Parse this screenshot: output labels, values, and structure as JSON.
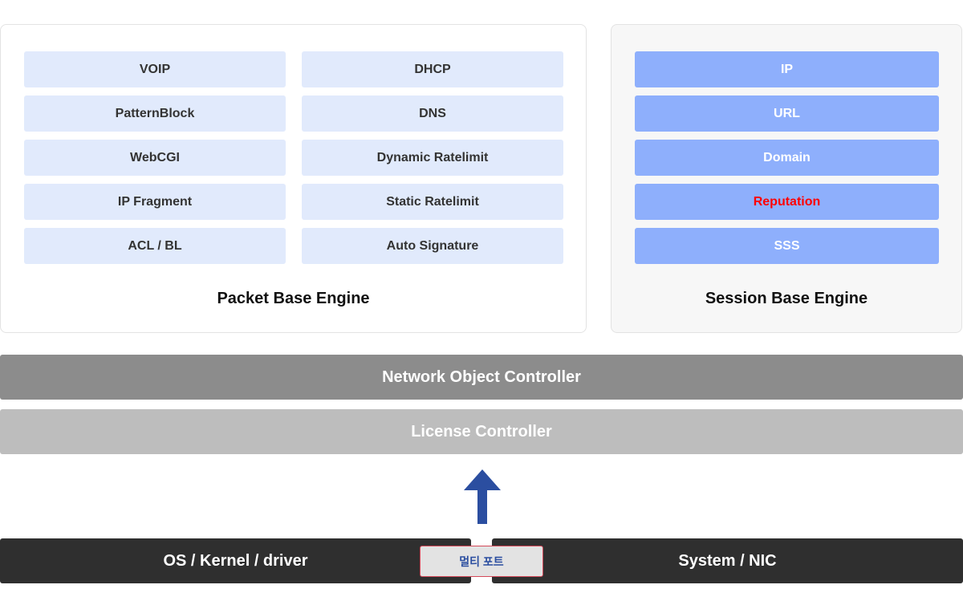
{
  "packet_engine": {
    "title": "Packet Base Engine",
    "left_column": [
      "VOIP",
      "PatternBlock",
      "WebCGI",
      "IP Fragment",
      "ACL / BL"
    ],
    "right_column": [
      "DHCP",
      "DNS",
      "Dynamic Ratelimit",
      "Static Ratelimit",
      "Auto Signature"
    ]
  },
  "session_engine": {
    "title": "Session Base Engine",
    "items": [
      "IP",
      "URL",
      "Domain",
      "Reputation",
      "SSS"
    ]
  },
  "controllers": {
    "network_object": "Network Object Controller",
    "license": "License Controller"
  },
  "bottom": {
    "os": "OS / Kernel / driver",
    "system": "System / NIC",
    "port_label": "멀티 포트"
  },
  "colors": {
    "highlight_text": "#ff0000",
    "arrow": "#2b4ea0"
  }
}
